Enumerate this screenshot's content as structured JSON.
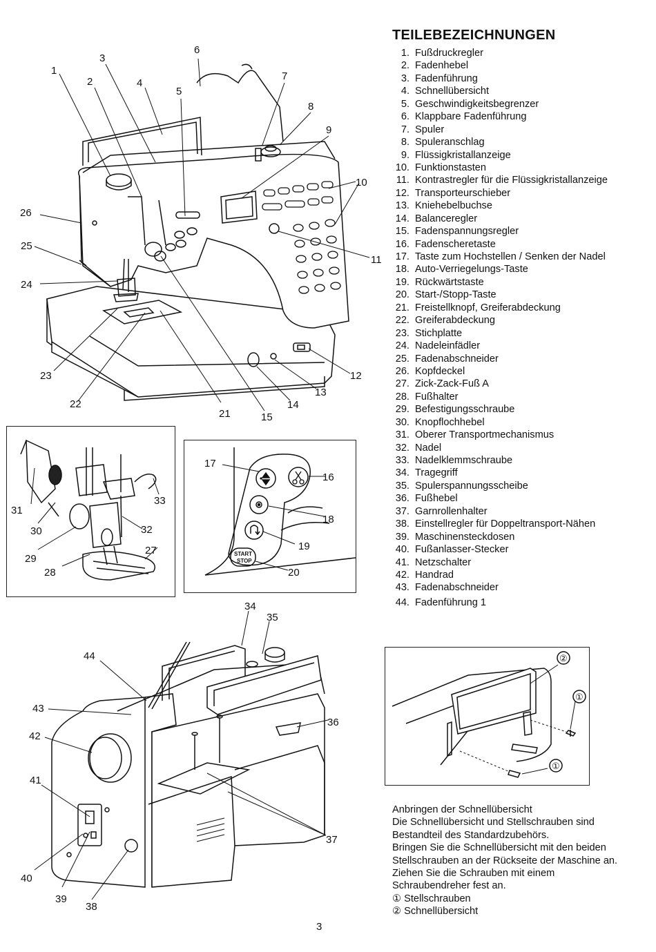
{
  "heading": "TEILEBEZEICHNUNGEN",
  "parts": [
    {
      "n": "1.",
      "label": "Fußdruckregler"
    },
    {
      "n": "2.",
      "label": "Fadenhebel"
    },
    {
      "n": "3.",
      "label": "Fadenführung"
    },
    {
      "n": "4.",
      "label": "Schnellübersicht"
    },
    {
      "n": "5.",
      "label": "Geschwindigkeitsbegrenzer"
    },
    {
      "n": "6.",
      "label": "Klappbare Fadenführung"
    },
    {
      "n": "7.",
      "label": "Spuler"
    },
    {
      "n": "8.",
      "label": "Spuleranschlag"
    },
    {
      "n": "9.",
      "label": "Flüssigkristallanzeige"
    },
    {
      "n": "10.",
      "label": "Funktionstasten"
    },
    {
      "n": "11.",
      "label": "Kontrastregler für die Flüssigkristallanzeige"
    },
    {
      "n": "12.",
      "label": "Transporteurschieber"
    },
    {
      "n": "13.",
      "label": "Kniehebelbuchse"
    },
    {
      "n": "14.",
      "label": "Balanceregler"
    },
    {
      "n": "15.",
      "label": "Fadenspannungsregler"
    },
    {
      "n": "16.",
      "label": "Fadenscheretaste"
    },
    {
      "n": "17.",
      "label": "Taste zum Hochstellen / Senken der Nadel"
    },
    {
      "n": "18.",
      "label": "Auto-Verriegelungs-Taste"
    },
    {
      "n": "19.",
      "label": "Rückwärtstaste"
    },
    {
      "n": "20.",
      "label": "Start-/Stopp-Taste"
    },
    {
      "n": "21.",
      "label": "Freistellknopf, Greiferabdeckung"
    },
    {
      "n": "22.",
      "label": "Greiferabdeckung"
    },
    {
      "n": "23.",
      "label": "Stichplatte"
    },
    {
      "n": "24.",
      "label": "Nadeleinfädler"
    },
    {
      "n": "25.",
      "label": "Fadenabschneider"
    },
    {
      "n": "26.",
      "label": "Kopfdeckel"
    },
    {
      "n": "27.",
      "label": "Zick-Zack-Fuß A"
    },
    {
      "n": "28.",
      "label": "Fußhalter"
    },
    {
      "n": "29.",
      "label": "Befestigungsschraube"
    },
    {
      "n": "30.",
      "label": "Knopflochhebel"
    },
    {
      "n": "31.",
      "label": "Oberer Transportmechanismus"
    },
    {
      "n": "32.",
      "label": "Nadel"
    },
    {
      "n": "33.",
      "label": "Nadelklemmschraube"
    },
    {
      "n": "34.",
      "label": "Tragegriff"
    },
    {
      "n": "35.",
      "label": "Spulerspannungsscheibe"
    },
    {
      "n": "36.",
      "label": "Fußhebel"
    },
    {
      "n": "37.",
      "label": "Garnrollenhalter"
    },
    {
      "n": "38.",
      "label": "Einstellregler für Doppeltransport-Nähen"
    },
    {
      "n": "39.",
      "label": "Maschinensteckdosen"
    },
    {
      "n": "40.",
      "label": "Fußanlasser-Stecker"
    },
    {
      "n": "41.",
      "label": "Netzschalter"
    },
    {
      "n": "42.",
      "label": "Handrad"
    },
    {
      "n": "43.",
      "label": "Fadenabschneider"
    },
    {
      "n": "44.",
      "label": "Fadenführung 1"
    }
  ],
  "callouts": {
    "main": [
      "1",
      "2",
      "3",
      "4",
      "5",
      "6",
      "7",
      "8",
      "9",
      "10",
      "11",
      "12",
      "13",
      "14",
      "15",
      "21",
      "22",
      "23",
      "24",
      "25",
      "26"
    ],
    "foot": [
      "27",
      "28",
      "29",
      "30",
      "31",
      "32",
      "33"
    ],
    "panel": [
      "16",
      "17",
      "18",
      "19",
      "20"
    ],
    "back": [
      "34",
      "35",
      "36",
      "37",
      "38",
      "39",
      "40",
      "41",
      "42",
      "43",
      "44"
    ],
    "attach": [
      "①",
      "①",
      "②"
    ]
  },
  "start_stop": {
    "line1": "START",
    "line2": "STOP"
  },
  "notes": {
    "line1": "Anbringen der Schnellübersicht",
    "line2": "Die Schnellübersicht und Stellschrauben sind",
    "line3": "Bestandteil des Standardzubehörs.",
    "line4": "Bringen Sie die Schnellübersicht mit den beiden",
    "line5": "Stellschrauben an der Rückseite der Maschine an.",
    "line6": "Ziehen Sie die Schrauben mit einem",
    "line7": "Schraubendreher fest an.",
    "line8": "① Stellschrauben",
    "line9": "② Schnellübersicht"
  },
  "page_number": "3"
}
